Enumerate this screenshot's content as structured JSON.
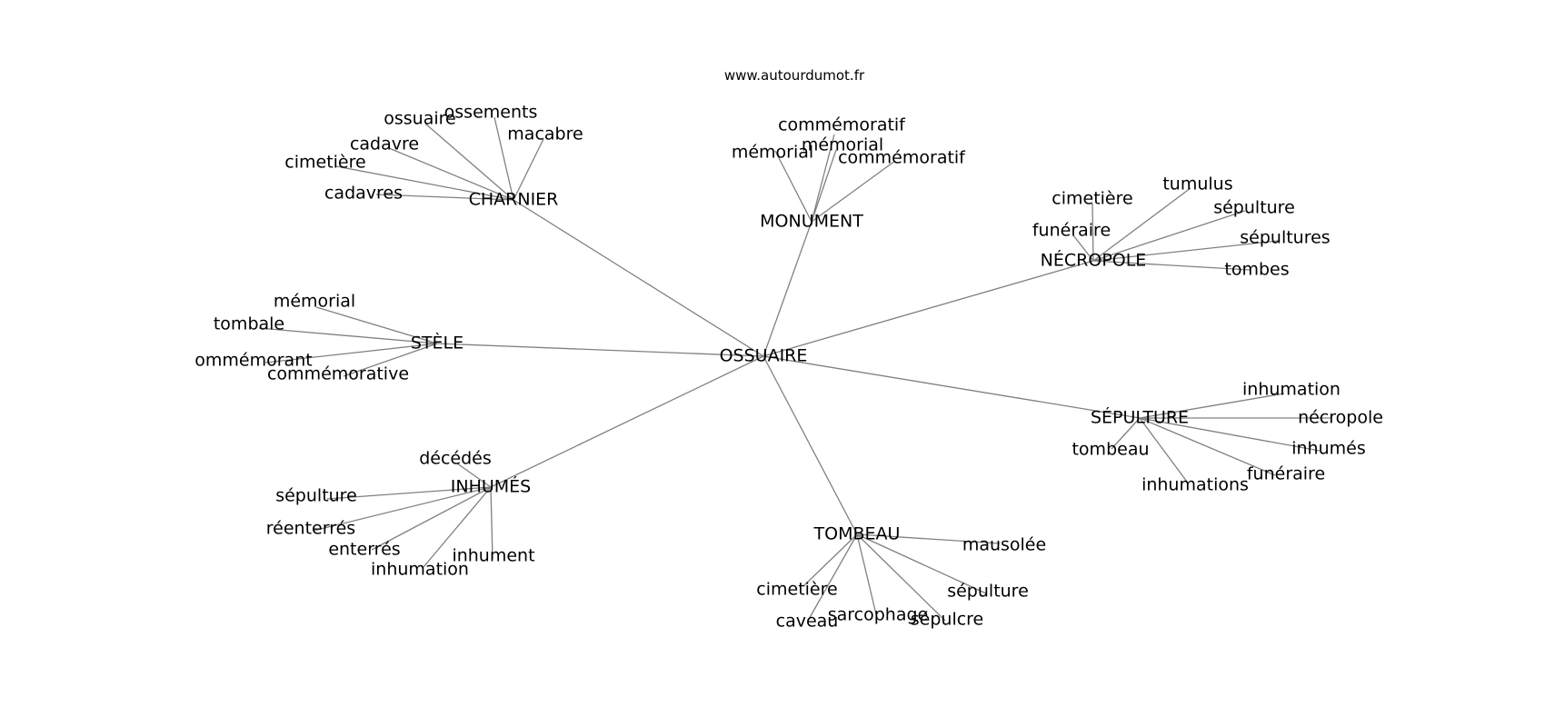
{
  "header": {
    "site": "www.autourdumot.fr"
  },
  "graph": {
    "center": "OSSUAIRE",
    "hubs": [
      {
        "label": "CHARNIER",
        "leaves": [
          "ossuaire",
          "ossements",
          "macabre",
          "cadavre",
          "cimetière",
          "cadavres"
        ]
      },
      {
        "label": "MONUMENT",
        "leaves": [
          "commémoratif",
          "mémorial",
          "mémorial",
          "commémoratif"
        ]
      },
      {
        "label": "NÉCROPOLE",
        "leaves": [
          "cimetière",
          "tumulus",
          "sépulture",
          "funéraire",
          "sépultures",
          "tombes"
        ]
      },
      {
        "label": "STÈLE",
        "leaves": [
          "mémorial",
          "tombale",
          "ommémorant",
          "commémorative"
        ]
      },
      {
        "label": "SÉPULTURE",
        "leaves": [
          "inhumation",
          "nécropole",
          "tombeau",
          "inhumés",
          "funéraire",
          "inhumations"
        ]
      },
      {
        "label": "INHUMÉS",
        "leaves": [
          "décédés",
          "sépulture",
          "réenterrés",
          "enterrés",
          "inhumation",
          "inhument"
        ]
      },
      {
        "label": "TOMBEAU",
        "leaves": [
          "mausolée",
          "cimetière",
          "sépulture",
          "sarcophage",
          "sépulcre",
          "caveau"
        ]
      }
    ]
  }
}
